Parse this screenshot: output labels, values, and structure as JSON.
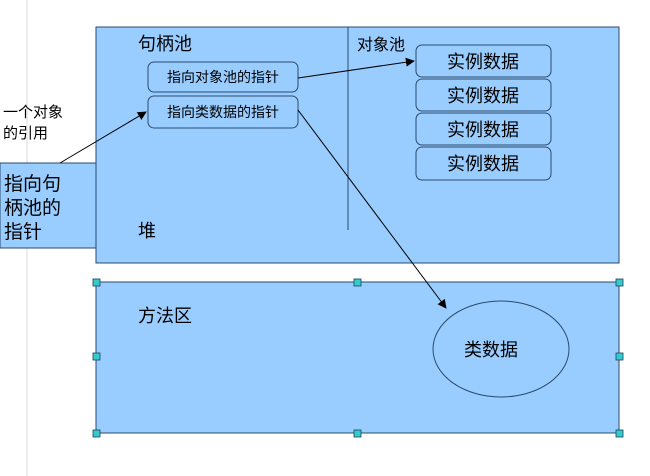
{
  "labels": {
    "reference": [
      "一个对象",
      "的引用"
    ],
    "handle_pointer": [
      "指向句",
      "柄池的",
      "指针"
    ],
    "heap": "堆",
    "handle_pool": "句柄池",
    "object_pool": "对象池",
    "method_area": "方法区"
  },
  "handle_pool": {
    "items": [
      "指向对象池的指针",
      "指向类数据的指针"
    ]
  },
  "object_pool": {
    "items": [
      "实例数据",
      "实例数据",
      "实例数据",
      "实例数据"
    ]
  },
  "class_data": "类数据",
  "colors": {
    "region_fill": "#99CCFF",
    "border": "#2B4A6B",
    "handle_marker": "#33CCCC"
  }
}
